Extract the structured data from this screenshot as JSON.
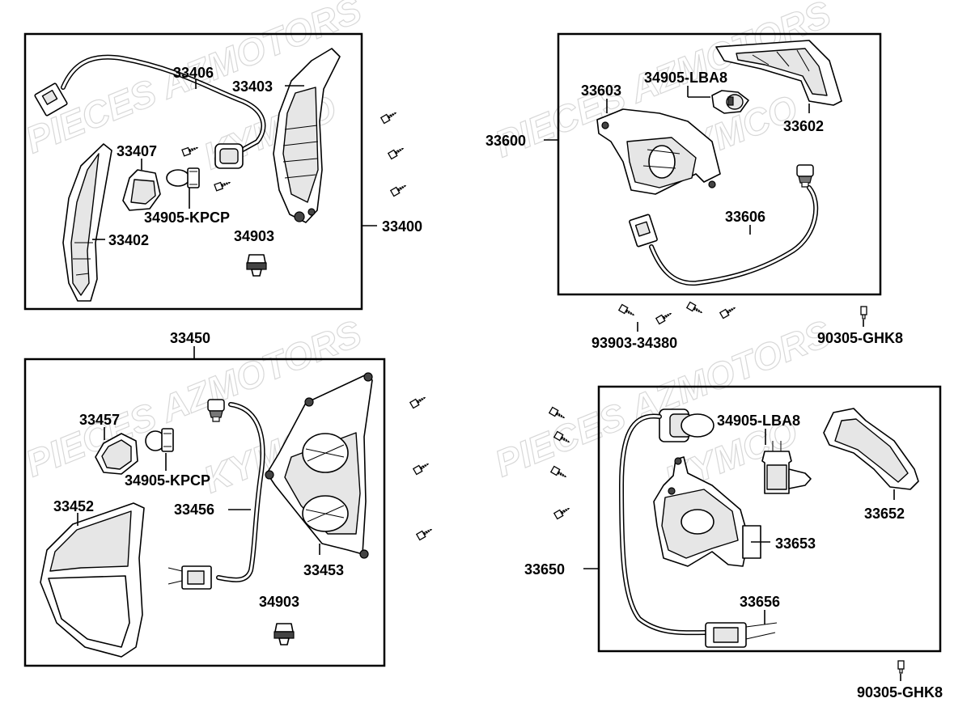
{
  "watermark": {
    "line1": "PIECES AZMOTORS",
    "line2": "KYMCO"
  },
  "groups": [
    {
      "assembly": "33400",
      "labels": [
        "33406",
        "33403",
        "33407",
        "34905-KPCP",
        "33402",
        "34903"
      ]
    },
    {
      "assembly": "33600",
      "labels": [
        "34905-LBA8",
        "33603",
        "33602",
        "33606"
      ],
      "outside": [
        "93903-34380",
        "90305-GHK8"
      ]
    },
    {
      "assembly": "33450",
      "labels": [
        "33457",
        "34905-KPCP",
        "33452",
        "33456",
        "33453",
        "34903"
      ]
    },
    {
      "assembly": "33650",
      "labels": [
        "34905-LBA8",
        "33652",
        "33653",
        "33656"
      ],
      "outside": [
        "90305-GHK8"
      ]
    }
  ]
}
